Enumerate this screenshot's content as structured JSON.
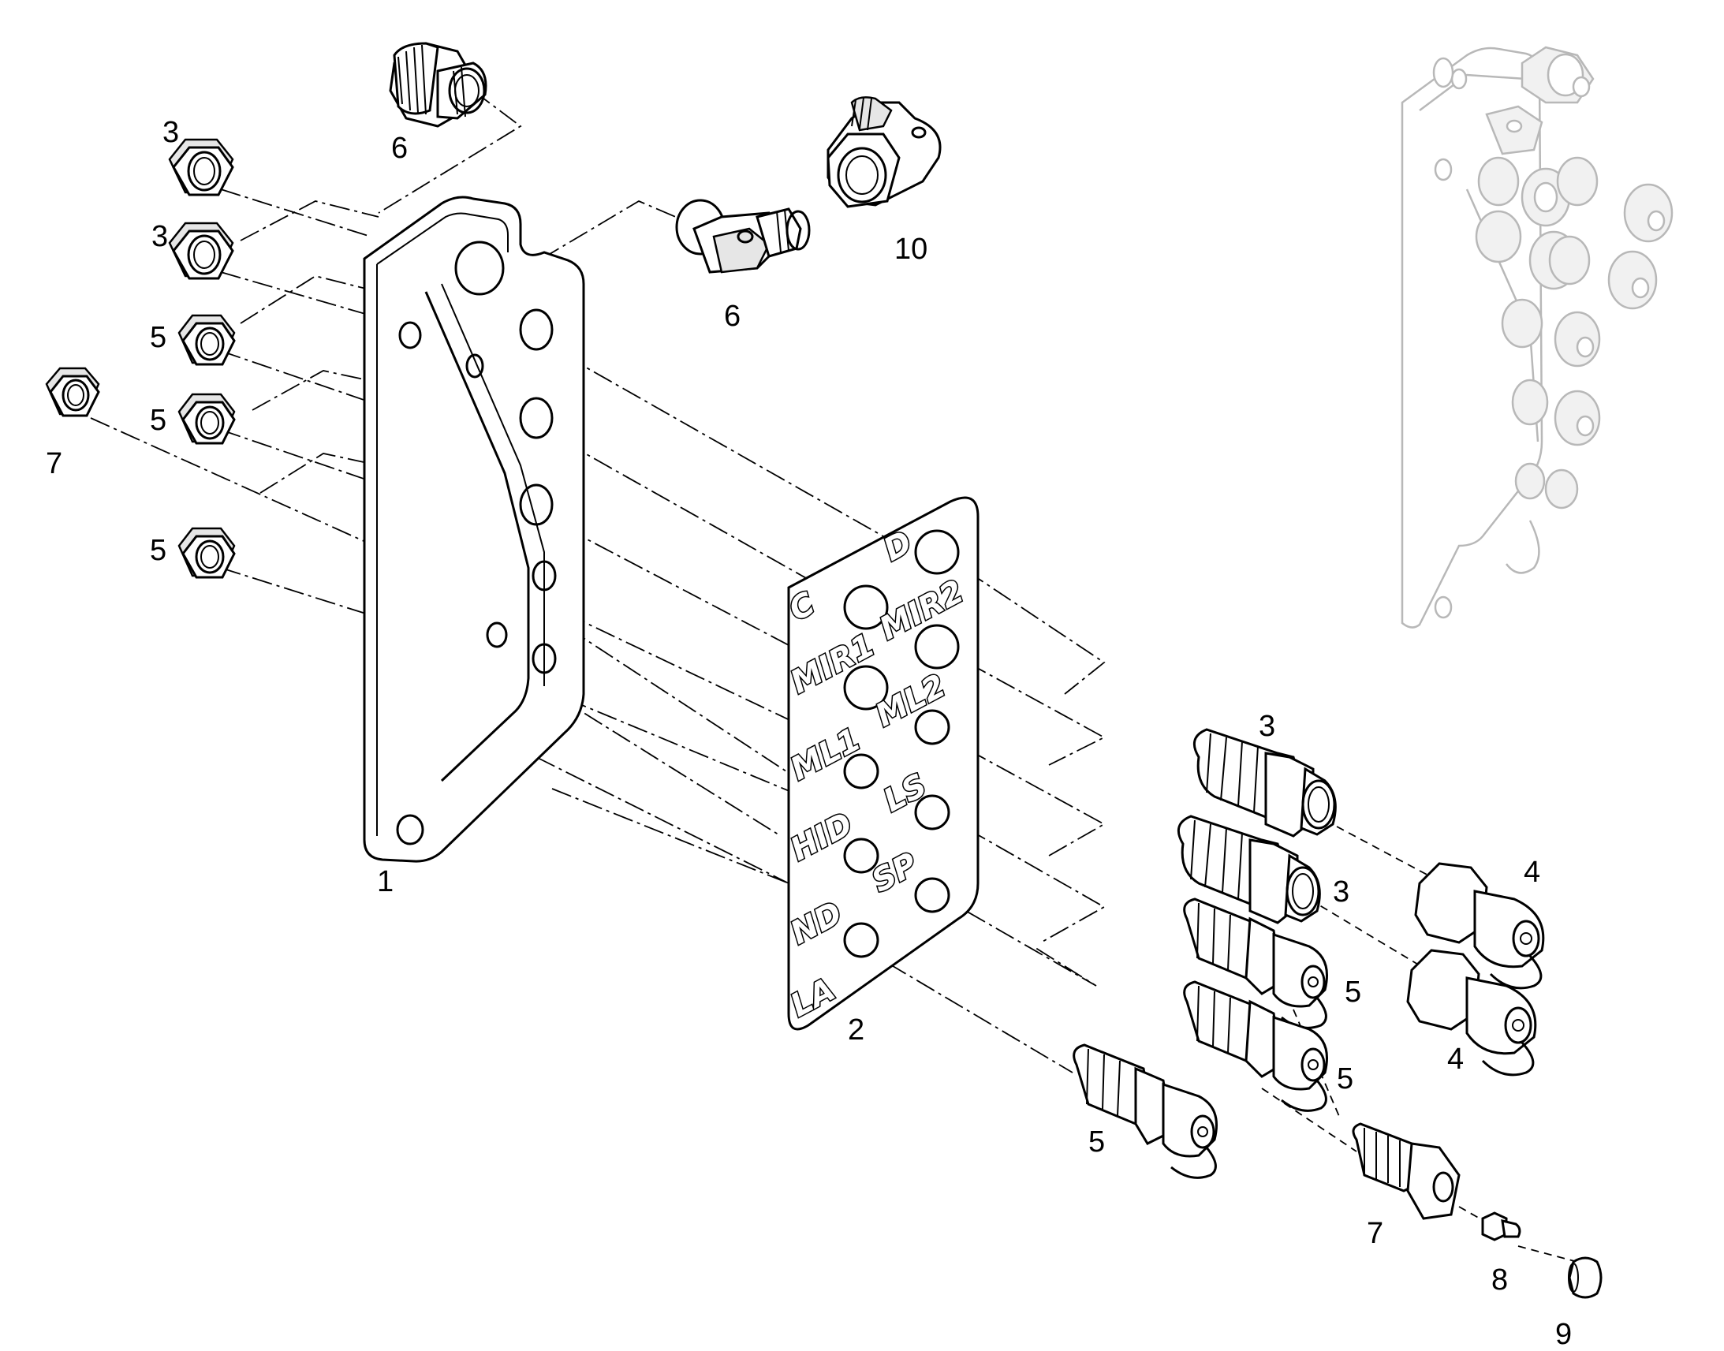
{
  "labels": {
    "l_mount_plate": "1",
    "l_label_plate": "2",
    "l_nut_3a": "3",
    "l_nut_3b": "3",
    "l_nut_5a": "5",
    "l_nut_5b": "5",
    "l_nut_5c": "5",
    "l_nut_7": "7",
    "l_fitting_6_top": "6",
    "l_elbow_6": "6",
    "l_swivel_10": "10",
    "l_adapter_3a": "3",
    "l_adapter_3b": "3",
    "l_coupler_4a": "4",
    "l_coupler_4b": "4",
    "l_coupler_5a": "5",
    "l_coupler_5b": "5",
    "l_coupler_5c": "5",
    "l_plug_7": "7",
    "l_nipple_8": "8",
    "l_cap_9": "9"
  },
  "plate_markings": {
    "c": "C",
    "d": "D",
    "mir1": "MIR1",
    "mir2": "MIR2",
    "ml1": "ML1",
    "ml2": "ML2",
    "hid": "HID",
    "ls": "LS",
    "nd": "ND",
    "sp": "SP",
    "la": "LA"
  }
}
